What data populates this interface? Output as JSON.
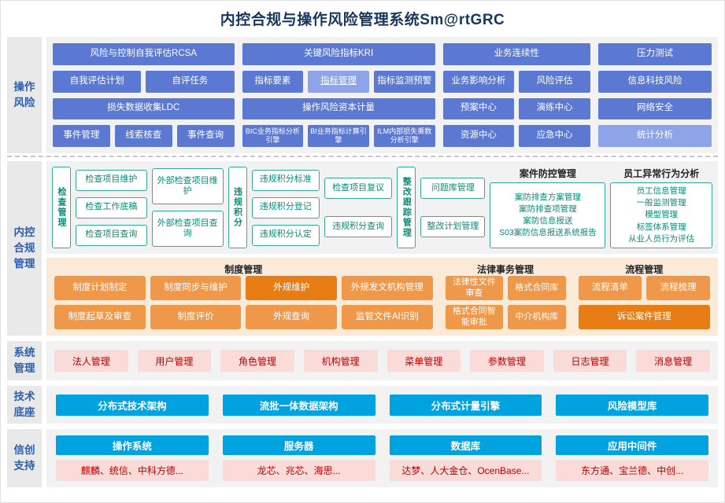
{
  "title": "内控合规与操作风险管理系统Sm@rtGRC",
  "colors": {
    "title": "#17375e",
    "module_blue": "#5b79d2",
    "module_blue_light": "#8da5e8",
    "teal_border": "#35ab9e",
    "teal_text": "#0c8b79",
    "orange": "#f0984a",
    "orange_accent": "#e97d15",
    "orange_bg": "#fcead9",
    "pink_bg": "#fadbd8",
    "pink_text": "#c00000",
    "cyan": "#00a3e0",
    "panel_bg": "#f2f2f2",
    "side_label_text": "#2d5fae"
  },
  "op_risk": {
    "label": "操作\n风险",
    "row1": [
      "风险与控制自我评估RCSA",
      "关键风险指标KRI",
      "业务连续性",
      "压力测试"
    ],
    "row2": [
      "自我评估计划",
      "自评任务",
      "指标要素",
      "指标管理",
      "指标监测预警",
      "业务影响分析",
      "风险评估",
      "信息科技风险"
    ],
    "row3": [
      "损失数据收集LDC",
      "操作风险资本计量",
      "预案中心",
      "演练中心",
      "网络安全"
    ],
    "row4": [
      "事件管理",
      "线索核查",
      "事件查询",
      "BIC业务指标分析引擎",
      "BI业务指标计算引擎",
      "ILM内部损失乘数分析引擎",
      "资源中心",
      "应急中心",
      "统计分析"
    ]
  },
  "compliance": {
    "label": "内控\n合规\n管理",
    "inspection_label": "检查管理",
    "inspection_col1": [
      "检查项目维护",
      "检查工作底稿",
      "检查项目查询"
    ],
    "inspection_col2": [
      "外部检查项目维护",
      "外部检查项目查询"
    ],
    "violation_label": "违规积分",
    "violation_col": [
      "违规积分标准",
      "违规积分登记",
      "违规积分认定"
    ],
    "review_col": [
      "检查项目复议",
      "违规积分查询"
    ],
    "rectify_label": "整改跟踪管理",
    "rectify_col": [
      "问题库管理",
      "整改计划管理"
    ],
    "case_prevention_title": "案件防控管理",
    "case_prevention_items": [
      "案防排查方案管理",
      "案防排查项管理",
      "案防信息报送",
      "S03案防信息报送系统报告"
    ],
    "behavior_title": "员工异常行为分析",
    "behavior_items": [
      "员工信息管理",
      "一般监测管理",
      "模型管理",
      "标签体系管理",
      "从业人员行为评估"
    ],
    "policy_title": "制度管理",
    "policy_row1": [
      "制度计划制定",
      "制度同步与维护",
      "外规维护",
      "外规发文机构管理"
    ],
    "policy_row2": [
      "制度起草及审查",
      "制度评价",
      "外规查询",
      "监管文件AI识别"
    ],
    "legal_title": "法律事务管理",
    "legal_row1": [
      "法律性文件审查",
      "格式合同库"
    ],
    "legal_row2": [
      "格式合同智能审批",
      "中介机构库"
    ],
    "process_title": "流程管理",
    "process_row1": [
      "流程清单",
      "流程梳理"
    ],
    "process_row2": [
      "诉讼案件管理"
    ]
  },
  "system_mgmt": {
    "label": "系统\n管理",
    "items": [
      "法人管理",
      "用户管理",
      "角色管理",
      "机构管理",
      "菜单管理",
      "参数管理",
      "日志管理",
      "消息管理"
    ]
  },
  "tech_base": {
    "label": "技术\n底座",
    "items": [
      "分布式技术架构",
      "流批一体数据架构",
      "分布式计量引擎",
      "风险模型库"
    ]
  },
  "xinchuang": {
    "label": "信创\n支持",
    "columns": [
      {
        "header": "操作系统",
        "vendors": "麒麟、统信、中科方德..."
      },
      {
        "header": "服务器",
        "vendors": "龙芯、兆芯、海思..."
      },
      {
        "header": "数据库",
        "vendors": "达梦、人大金仓、OcenBase..."
      },
      {
        "header": "应用中间件",
        "vendors": "东方通、宝兰德、中创..."
      }
    ]
  }
}
